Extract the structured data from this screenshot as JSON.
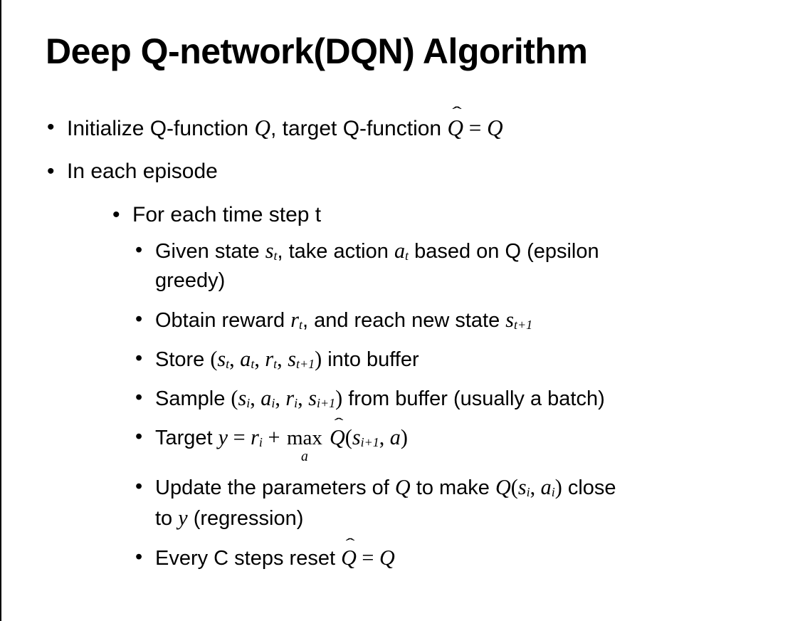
{
  "slide": {
    "title": "Deep Q-network(DQN) Algorithm",
    "bullet_char": "•",
    "hat_char": "ˆ",
    "colors": {
      "text": "#000000",
      "background": "#ffffff",
      "edge_line": "#000000"
    },
    "bullets": [
      {
        "level": 1,
        "segments": [
          [
            "t",
            "Initialize Q-function "
          ],
          [
            "m",
            "Q"
          ],
          [
            "t",
            ", target Q-function "
          ],
          [
            "h",
            "Q"
          ],
          [
            "p",
            " = "
          ],
          [
            "m",
            "Q"
          ]
        ]
      },
      {
        "level": 1,
        "segments": [
          [
            "t",
            "In each episode"
          ]
        ]
      },
      {
        "level": 2,
        "segments": [
          [
            "t",
            "For each time step t"
          ]
        ]
      },
      {
        "level": 3,
        "segments": [
          [
            "t",
            "Given state "
          ],
          [
            "ms",
            "s",
            "t"
          ],
          [
            "t",
            ", take action "
          ],
          [
            "ms",
            "a",
            "t"
          ],
          [
            "t",
            " based on Q (epsilon"
          ],
          [
            "br"
          ],
          [
            "t",
            "greedy)"
          ]
        ]
      },
      {
        "level": 3,
        "segments": [
          [
            "t",
            "Obtain reward "
          ],
          [
            "ms",
            "r",
            "t"
          ],
          [
            "t",
            ", and reach new state "
          ],
          [
            "ms",
            "s",
            "t+1"
          ]
        ]
      },
      {
        "level": 3,
        "segments": [
          [
            "t",
            "Store "
          ],
          [
            "p",
            "("
          ],
          [
            "ms",
            "s",
            "t"
          ],
          [
            "p",
            ", "
          ],
          [
            "ms",
            "a",
            "t"
          ],
          [
            "p",
            ", "
          ],
          [
            "ms",
            "r",
            "t"
          ],
          [
            "p",
            ", "
          ],
          [
            "ms",
            "s",
            "t+1"
          ],
          [
            "p",
            ")"
          ],
          [
            "t",
            " into buffer"
          ]
        ]
      },
      {
        "level": 3,
        "segments": [
          [
            "t",
            "Sample "
          ],
          [
            "p",
            "("
          ],
          [
            "ms",
            "s",
            "i"
          ],
          [
            "p",
            ", "
          ],
          [
            "ms",
            "a",
            "i"
          ],
          [
            "p",
            ", "
          ],
          [
            "ms",
            "r",
            "i"
          ],
          [
            "p",
            ", "
          ],
          [
            "ms",
            "s",
            "i+1"
          ],
          [
            "p",
            ")"
          ],
          [
            "t",
            " from buffer (usually a batch)"
          ]
        ]
      },
      {
        "level": 3,
        "segments": [
          [
            "t",
            "Target "
          ],
          [
            "m",
            "y"
          ],
          [
            "p",
            " = "
          ],
          [
            "ms",
            "r",
            "i"
          ],
          [
            "p",
            " + "
          ],
          [
            "u",
            "max",
            "a"
          ],
          [
            "t",
            " "
          ],
          [
            "h",
            "Q"
          ],
          [
            "p",
            "("
          ],
          [
            "ms",
            "s",
            "i+1"
          ],
          [
            "p",
            ", "
          ],
          [
            "m",
            "a"
          ],
          [
            "p",
            ")"
          ]
        ]
      },
      {
        "level": 3,
        "segments": [
          [
            "t",
            "Update the parameters of "
          ],
          [
            "m",
            "Q"
          ],
          [
            "t",
            " to make "
          ],
          [
            "m",
            "Q"
          ],
          [
            "p",
            "("
          ],
          [
            "ms",
            "s",
            "i"
          ],
          [
            "p",
            ", "
          ],
          [
            "ms",
            "a",
            "i"
          ],
          [
            "p",
            ")"
          ],
          [
            "t",
            " close"
          ],
          [
            "br"
          ],
          [
            "t",
            "to "
          ],
          [
            "m",
            "y"
          ],
          [
            "t",
            " (regression)"
          ]
        ]
      },
      {
        "level": 3,
        "segments": [
          [
            "t",
            "Every C steps reset "
          ],
          [
            "h",
            "Q"
          ],
          [
            "p",
            " = "
          ],
          [
            "m",
            "Q"
          ]
        ]
      }
    ]
  }
}
